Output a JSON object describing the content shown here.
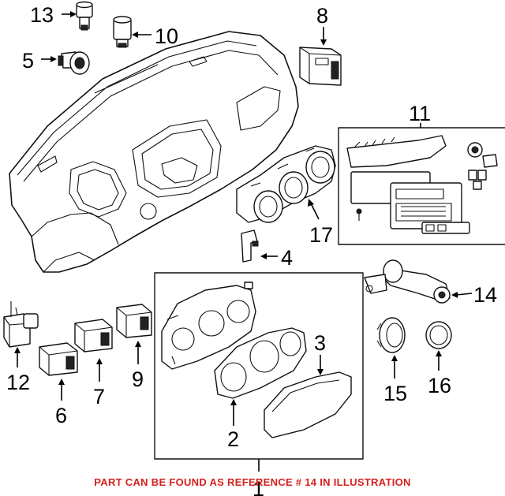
{
  "callouts": {
    "n1": "1",
    "n2": "2",
    "n3": "3",
    "n4": "4",
    "n5": "5",
    "n6": "6",
    "n7": "7",
    "n8": "8",
    "n9": "9",
    "n10": "10",
    "n11": "11",
    "n12": "12",
    "n13": "13",
    "n14": "14",
    "n15": "15",
    "n16": "16",
    "n17": "17"
  },
  "footer_note": "PART CAN BE FOUND AS REFERENCE # 14 IN ILLUSTRATION",
  "colors": {
    "footer_note": "#d6201c",
    "line_art": "#111111"
  }
}
